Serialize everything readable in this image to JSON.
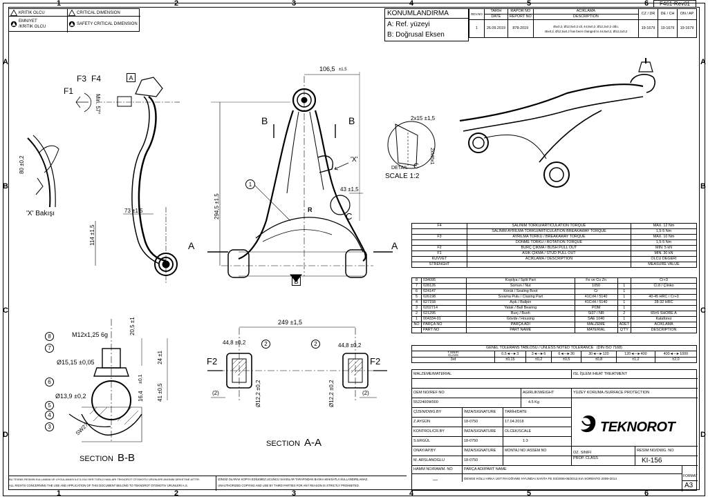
{
  "zones_top": [
    "1",
    "2",
    "3",
    "4",
    "5",
    "6"
  ],
  "zones_side": [
    "A",
    "B",
    "C",
    "D"
  ],
  "rev_code": "F461-Rev01",
  "legend": {
    "k1": "KRITIK OLCU",
    "c1": "CRITICAL DIMENSION",
    "k2a": "EMNIYET",
    "k2b": "/KRITIK OLCU",
    "c2": "SAFETY CRITICAL DIMENSION"
  },
  "konum": {
    "title": "KONUMLANDIRMA",
    "a": "A: Ref. yüzeyi",
    "b": "B: Doğrusal Eksen"
  },
  "revision": {
    "h_rev": "REV.NO",
    "h_tarih": "TARİH",
    "h_rapor": "RAPOR NO",
    "h_aciklama": "ACIKLAMA",
    "h_date": "DATE",
    "h_report": "REPORT NO",
    "h_desc": "DESCRIPTION",
    "h_cz": "CZ / DR",
    "h_de": "DE / CH",
    "h_on": "ON / AP",
    "rev": "1",
    "date": "26.09.2019",
    "report": "878-2019",
    "desc1": "45±0,2, Ø12,5±0,2 idi, 44,8±0,2, Ø12,2±0,2 oldu.",
    "desc2": "45±0,2, Ø12,5±0,2 has been changed to 44,8±0,2, Ø12,2±0,2",
    "cz": "19-1679",
    "de": "19-1679",
    "on": "19-1679"
  },
  "drawing_labels": {
    "f3": "F3",
    "f4": "F4",
    "f1": "F1",
    "f2": "F2",
    "a_box": "A",
    "b_box": "B",
    "min57": "Min. 57°",
    "dim_1065": "106,5",
    "tol15": "±1,5",
    "dim_2945": "294,5 ±1,5",
    "dim_43": "43 ±1,5",
    "dim_73": "73 ±1,5",
    "dim_114": "114 ±1,5",
    "dim_80": "80 ±0,2",
    "x_view": "'X' Bakışı",
    "x_mark": "'X'",
    "detail": "DETAIL",
    "detail_c": "C",
    "scale": "SCALE 1:2",
    "dim_2x15": "2x15 ±1,5",
    "dim_2x": "2xM6x1",
    "item1": "1",
    "r": "R",
    "c": "C",
    "m12": "M12x1,25 6g",
    "d1515": "Ø15,15 ±0,05",
    "d139": "Ø13,9 ±0,2",
    "dim_205": "20,5 ±1",
    "dim_24": "24 ±1",
    "dim_41": "41 ±0,5",
    "dim_164": "16,4",
    "dim_01": "±0,1",
    "sw27": "SW27",
    "items_bb": [
      "8",
      "7",
      "6",
      "5",
      "4",
      "3"
    ],
    "section_bb": "SECTION",
    "bb": "B-B",
    "section_aa": "SECTION",
    "aa": "A-A",
    "dim_249": "249 ±1,5",
    "dim_448": "44,8 ±0,2",
    "dim_2": "2",
    "paren2": "(2)",
    "dim_122": "Ø12,2 ±0,2"
  },
  "torque": [
    [
      "F4",
      "SALINIM TORKU/ARTICULATION TORQUE",
      "MAX. 12 Nm"
    ],
    [
      "",
      "SALINIM AYRILMA TORKU/ARTICULATION BREAKAWAY TORQUE",
      "1,5-5 Nm"
    ],
    [
      "F3",
      "AYRILMA TORKU / BREAKAWAY TORQUE",
      "MAX. 10 Nm"
    ],
    [
      "",
      "DONME TORKU / ROTATION TORQUE",
      "1,5-5 Nm"
    ],
    [
      "F2",
      "BURÇ ÇIKMA / BUSH PULL OUT",
      "MIN. 5 kN"
    ],
    [
      "F1",
      "ASIK ÇIKMA / STUD PULL OUT",
      "MIN. 30 kN"
    ],
    [
      "KUVVET",
      "ACIKLAMA / DESCRIPTION",
      "OLCU DEGERI"
    ],
    [
      "STRENGHT",
      "",
      "MEASURE VALUE"
    ]
  ],
  "parts": [
    [
      "8",
      "034095",
      "Kopilya / Split Part",
      "Fe ve Cu Zn",
      "",
      "Cr+3"
    ],
    [
      "7",
      "028126",
      "Somun / Nut",
      "1050",
      "1",
      "Cl.8 / Çlinko"
    ],
    [
      "6",
      "024147",
      "Körük / Sealing Boot",
      "Cr",
      "1",
      ""
    ],
    [
      "5",
      "026198",
      "Sıvama Pulu / Clasing Part",
      "41CrI4 / 5140",
      "1",
      "40-45 HRC / Cr+3"
    ],
    [
      "4",
      "827158",
      "Aşık / Ballpin",
      "41CrI4 / 5140",
      "1",
      "28-32 HRC"
    ],
    [
      "3",
      "0202714",
      "Yatak / Ball Bearing",
      "POM",
      "1",
      ""
    ],
    [
      "2",
      "021295",
      "Burç / Bush",
      "St37 / NR",
      "2",
      "65±5 SHORE A"
    ],
    [
      "1",
      "004334-01",
      "Gövde / Housing",
      "SAE 1040",
      "1",
      "Kataforez"
    ]
  ],
  "parts_header": [
    "NO",
    "PARÇA NO",
    "PARÇA ADI",
    "MALZEME",
    "ADET",
    "ACIKLAMA"
  ],
  "parts_header2": [
    "PART NO",
    "PART NAME",
    "MATERIAL",
    "Q'TY",
    "DESCRIPTION"
  ],
  "tolerance": {
    "title": "GENEL TOLERANS TABLOSU / UNLESS NOTED TOLERANCE",
    "std": "(DIN ISO 7168)",
    "tsinif": "T.SINIFI",
    "cls": "CLASS",
    "ranges": [
      "0,5◄─►3",
      "3◄─►6",
      "6◄─►30",
      "30◄─►120",
      "120◄─►400",
      "400◄─►1000"
    ],
    "grade": "3rd",
    "values": [
      "±0,15",
      "±0,2",
      "±0,5",
      "±0,8",
      "±1,2",
      "±2,0"
    ]
  },
  "title_block": {
    "malzeme": "MALZEME/MATERIAL",
    "isl": "ISL İŞLEM /HEAT TREATMENT",
    "oem": "OEM NO/REF NO",
    "agirlik": "AGIRLIK/WEIGHT",
    "yuzey": "YÜZEY KORUMA /SURFACE PROTECTION",
    "oem_val": "5522400W000",
    "weight_val": "4.5 Kg",
    "cizen": "ÇİZEN/DWG.BY",
    "imza": "İMZA/SIGNATURE",
    "tarih": "TARİH/DATE",
    "cizen_name": "Z.AYGÜN",
    "cizen_sig": "18-0750",
    "cizen_date": "17.04.2018",
    "kontrol": "KONTROL/CR.BY",
    "olcek": "OLCEK/SCALE",
    "kontrol_name": "S.ERGÜL",
    "kontrol_sig": "18-0750",
    "scale_val": "1:3",
    "onay": "ONAY/AP.BY",
    "montaj": "MONTAJ NO /ASSEM NO",
    "oz": "OZ. SINIFI",
    "prop": "PROP. CLASS",
    "resim": "RESİM NO/DWG. NO",
    "dwg_no": "KI-156",
    "onay_name": "M. ARSLANOGLU",
    "onay_sig": "18-0750",
    "hamm": "HAMM NO/RAWM. NO",
    "parca": "PARÇA ADI/PART NAME",
    "part_name": "DENGE KOLU ARKA UST RH DÖVME HYUNDAI SANTA FE 03/2006-08/2012,KIA SORENTO 2009-2014",
    "dash": "—",
    "format": "FORMAT",
    "format_val": "A3",
    "logo": "TEKNOROT"
  },
  "footer": {
    "l1": "BU TEKNİK RESMİN KULLANMA VE UYGULAMASI İLE İLGİLİ HER TÜRLÜ HAKLARI TEKNOROT OTOMOTİV ÜRÜNLERİ ANONİM ŞİRKETİNE AİTTİR.",
    "l2": "ALL RIGHTS CONCERNING THE USE AND APPLICATION OF THIS DOCUMENT BELONG TO TEKNOROT OTOMOTIV URUNLERI A.S.",
    "r1": "İZİNSİZ OLARAK KOPYA EDİLEMEZ.UCUNCU SAHISLAR TARAFINDAN BASKA MAKSATLA KULLANDIRILAMAZ.",
    "r2": "UNAUTHORIZED COPYING AND USE BY THIRD PARTIES FOR ANY REASON IS STRICTLY PROHIBITED."
  }
}
